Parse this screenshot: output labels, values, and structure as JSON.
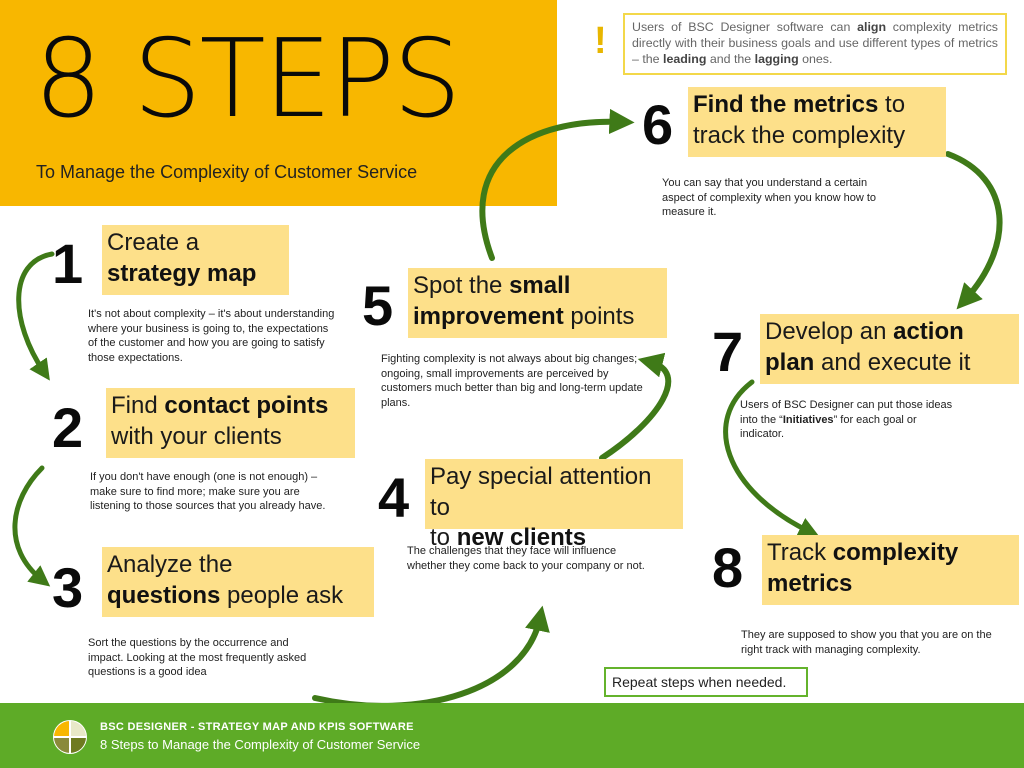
{
  "header": {
    "title": "8 STEPS",
    "subtitle": "To Manage the Complexity of Customer Service"
  },
  "note": {
    "exclaim": "!",
    "t1": "Users of BSC Designer software can ",
    "b1": "align",
    "t2": " complexity metrics directly with their business goals and use different types of metrics – the ",
    "b2": "leading",
    "t3": " and the ",
    "b3": "lagging",
    "t4": " ones."
  },
  "steps": [
    {
      "num": "1",
      "p1": "Create a ",
      "b": "strategy map",
      "p2": "",
      "desc": "It's not about complexity – it's about understanding where your business is going to, the expectations of the customer and how you are going to satisfy those expectations."
    },
    {
      "num": "2",
      "p1": "Find ",
      "b": "contact points",
      "p2": " with your clients",
      "desc": "If you don't have enough (one is not enough) – make sure to find more; make sure you are listening to those sources that you already have."
    },
    {
      "num": "3",
      "p1": "Analyze the ",
      "b": "questions",
      "p2": " people ask",
      "desc": "Sort the questions by the occurrence and impact. Looking at the most frequently asked questions is a good idea"
    },
    {
      "num": "4",
      "p1": "Pay special attention to ",
      "b": "new clients",
      "p2": "",
      "desc": "The challenges that they face will influence whether they come back to your company or not."
    },
    {
      "num": "5",
      "p1": "Spot the ",
      "b": "small improvement",
      "p2": " points",
      "desc": "Fighting complexity is not always about big changes; ongoing, small improvements are perceived by customers much better than big and long-term update plans."
    },
    {
      "num": "6",
      "p1": "",
      "b": "Find the metrics",
      "p2": " to track the complexity",
      "desc": "You can say that you understand a certain aspect of complexity when you know how to measure it."
    },
    {
      "num": "7",
      "p1": "Develop an ",
      "b": "action",
      "p2": " plan and execute it",
      "desc_p1": "Users of BSC Designer can put those ideas into the “",
      "desc_b": "Initiatives",
      "desc_p2": "” for each goal or indicator."
    },
    {
      "num": "8",
      "p1": "Track ",
      "b": "complexity metrics",
      "p2": "",
      "desc": "They are supposed to show you that you are on the right track with managing complexity."
    }
  ],
  "repeat": "Repeat steps when needed.",
  "footer": {
    "title": "BSC DESIGNER - STRATEGY MAP AND KPIS SOFTWARE",
    "subtitle": "8 Steps to Manage the Complexity of Customer Service"
  },
  "colors": {
    "header_bg": "#f8b700",
    "step_bg": "#fde08a",
    "arrow_green": "#3f7a18",
    "footer_bg": "#5eab27"
  }
}
